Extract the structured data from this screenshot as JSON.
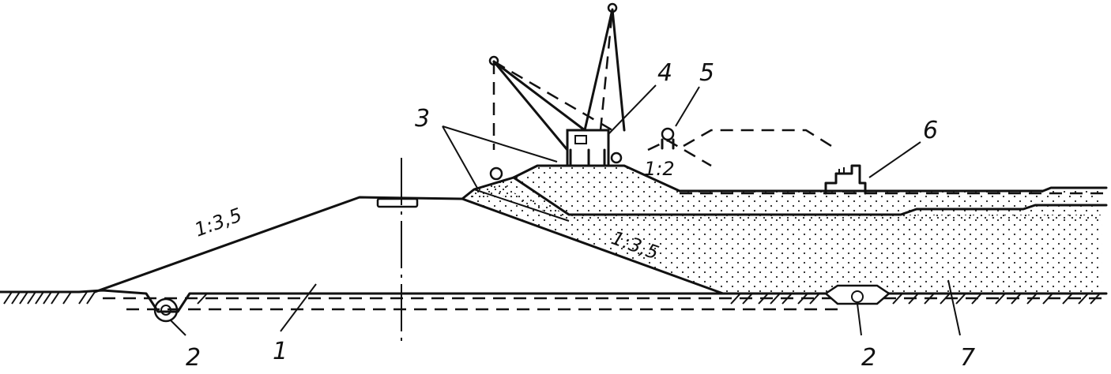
{
  "labels": {
    "l1": "1",
    "l2a": "2",
    "l2b": "2",
    "l3": "3",
    "l4": "4",
    "l5": "5",
    "l6": "6",
    "l7": "7"
  },
  "slopes": {
    "left_dam": "1:3,5",
    "inner_fill": "1:3,5",
    "upper_fill": "1:2"
  },
  "colors": {
    "ink": "#111111",
    "paper": "#ffffff"
  }
}
